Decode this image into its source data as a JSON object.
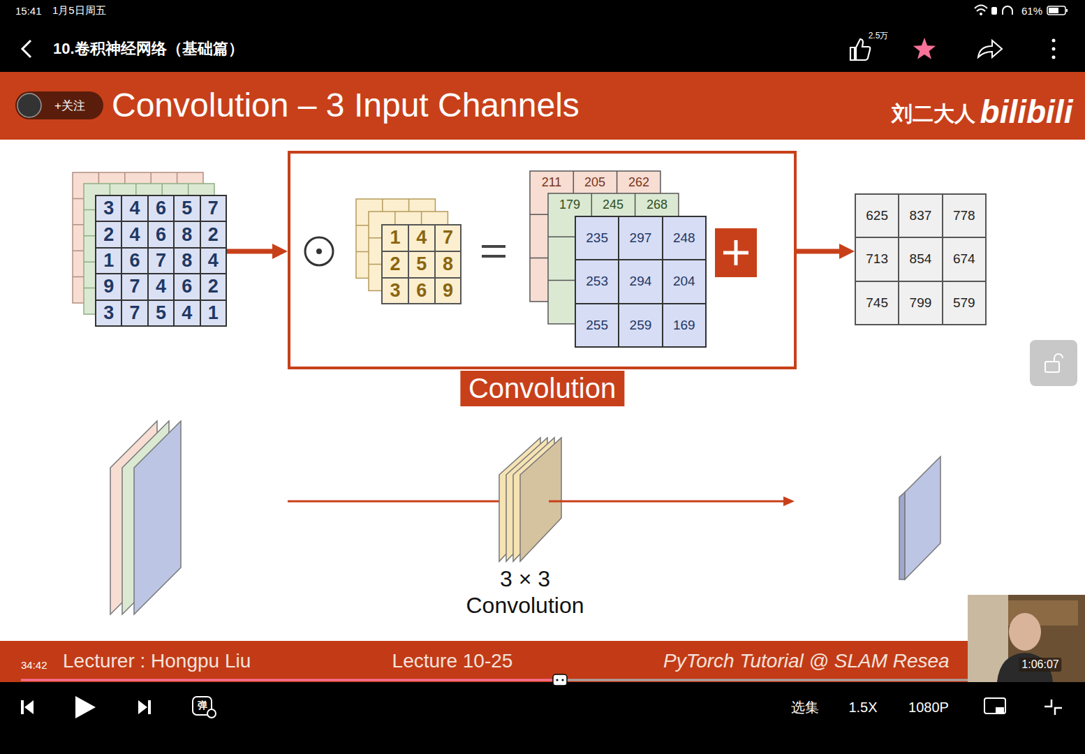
{
  "diagram": {
    "title": "Convolution – 3 Input Channels",
    "nodes": [
      {
        "text": [
          "3",
          "4",
          "6",
          "5",
          "7",
          "2",
          "4",
          "6",
          "8",
          "2",
          "1",
          "6",
          "7",
          "8",
          "4",
          "9",
          "7",
          "4",
          "6",
          "2",
          "3",
          "7",
          "5",
          "4",
          "1"
        ]
      },
      {
        "text": [
          "Convolution"
        ]
      },
      {
        "text": [
          "1",
          "4",
          "7",
          "2",
          "5",
          "8",
          "3",
          "6",
          "9"
        ],
        "in": 1
      },
      {
        "text": [
          "235",
          "297",
          "248",
          "253",
          "294",
          "204",
          "255",
          "259",
          "169"
        ],
        "in": 1
      },
      {
        "text": [
          "625",
          "837",
          "778",
          "713",
          "854",
          "674",
          "745",
          "799",
          "579"
        ]
      }
    ],
    "edges": [
      {
        "from": 0,
        "to": 1,
        "arrow": "to"
      },
      {
        "from": 1,
        "to": 4,
        "arrow": "to"
      }
    ],
    "labels": [
      "15:41",
      "1月5日周五",
      "61%",
      "10.卷积神经网络（基础篇）",
      "2.5万",
      "+关注",
      "刘二大人",
      "bilibili",
      "179",
      "245",
      "268",
      "211",
      "205",
      "262",
      "3 × 3 Convolution",
      "34:42",
      "Lecturer : Hongpu Liu",
      "Lecture 10-25",
      "PyTorch Tutorial @ SLAM Resea",
      "1:06:07",
      "弹",
      "选集",
      "1.5X",
      "1080P"
    ]
  }
}
